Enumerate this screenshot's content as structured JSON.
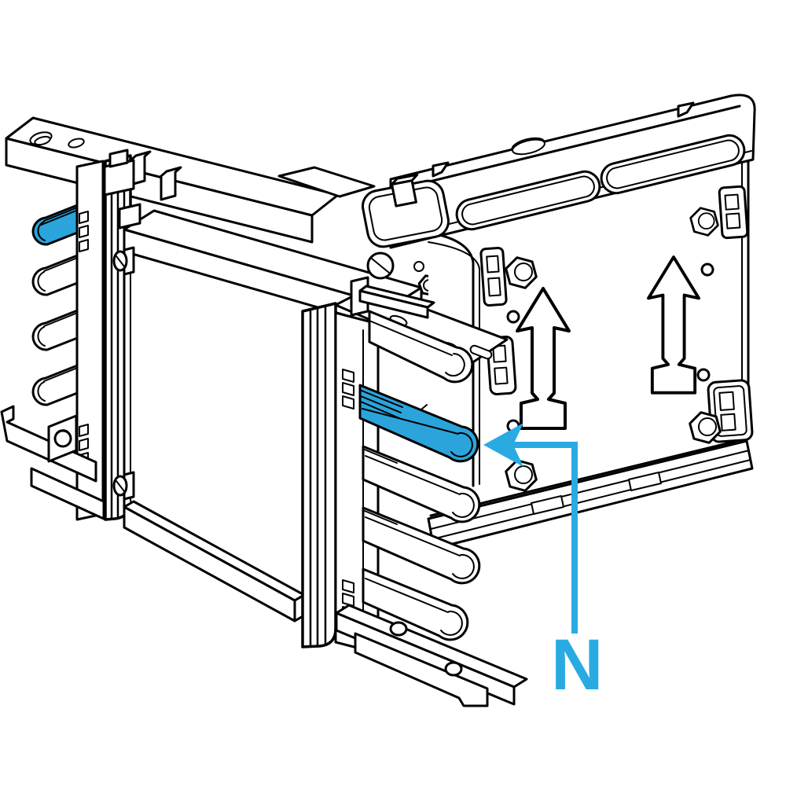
{
  "illustration": {
    "kind": "isometric technical line drawing",
    "subject": "busbar trunking tee unit with highlighted neutral conductor bars",
    "background": "#ffffff",
    "line_color": "#000000"
  },
  "colors": {
    "accent": "#29abe2",
    "neutral_bar": "#2ba4dc"
  },
  "callout": {
    "label": "N"
  },
  "panel": {
    "embossed_arrow_count": 2,
    "embossed_arrow_direction": "up"
  },
  "highlighted_bar_count": 2
}
